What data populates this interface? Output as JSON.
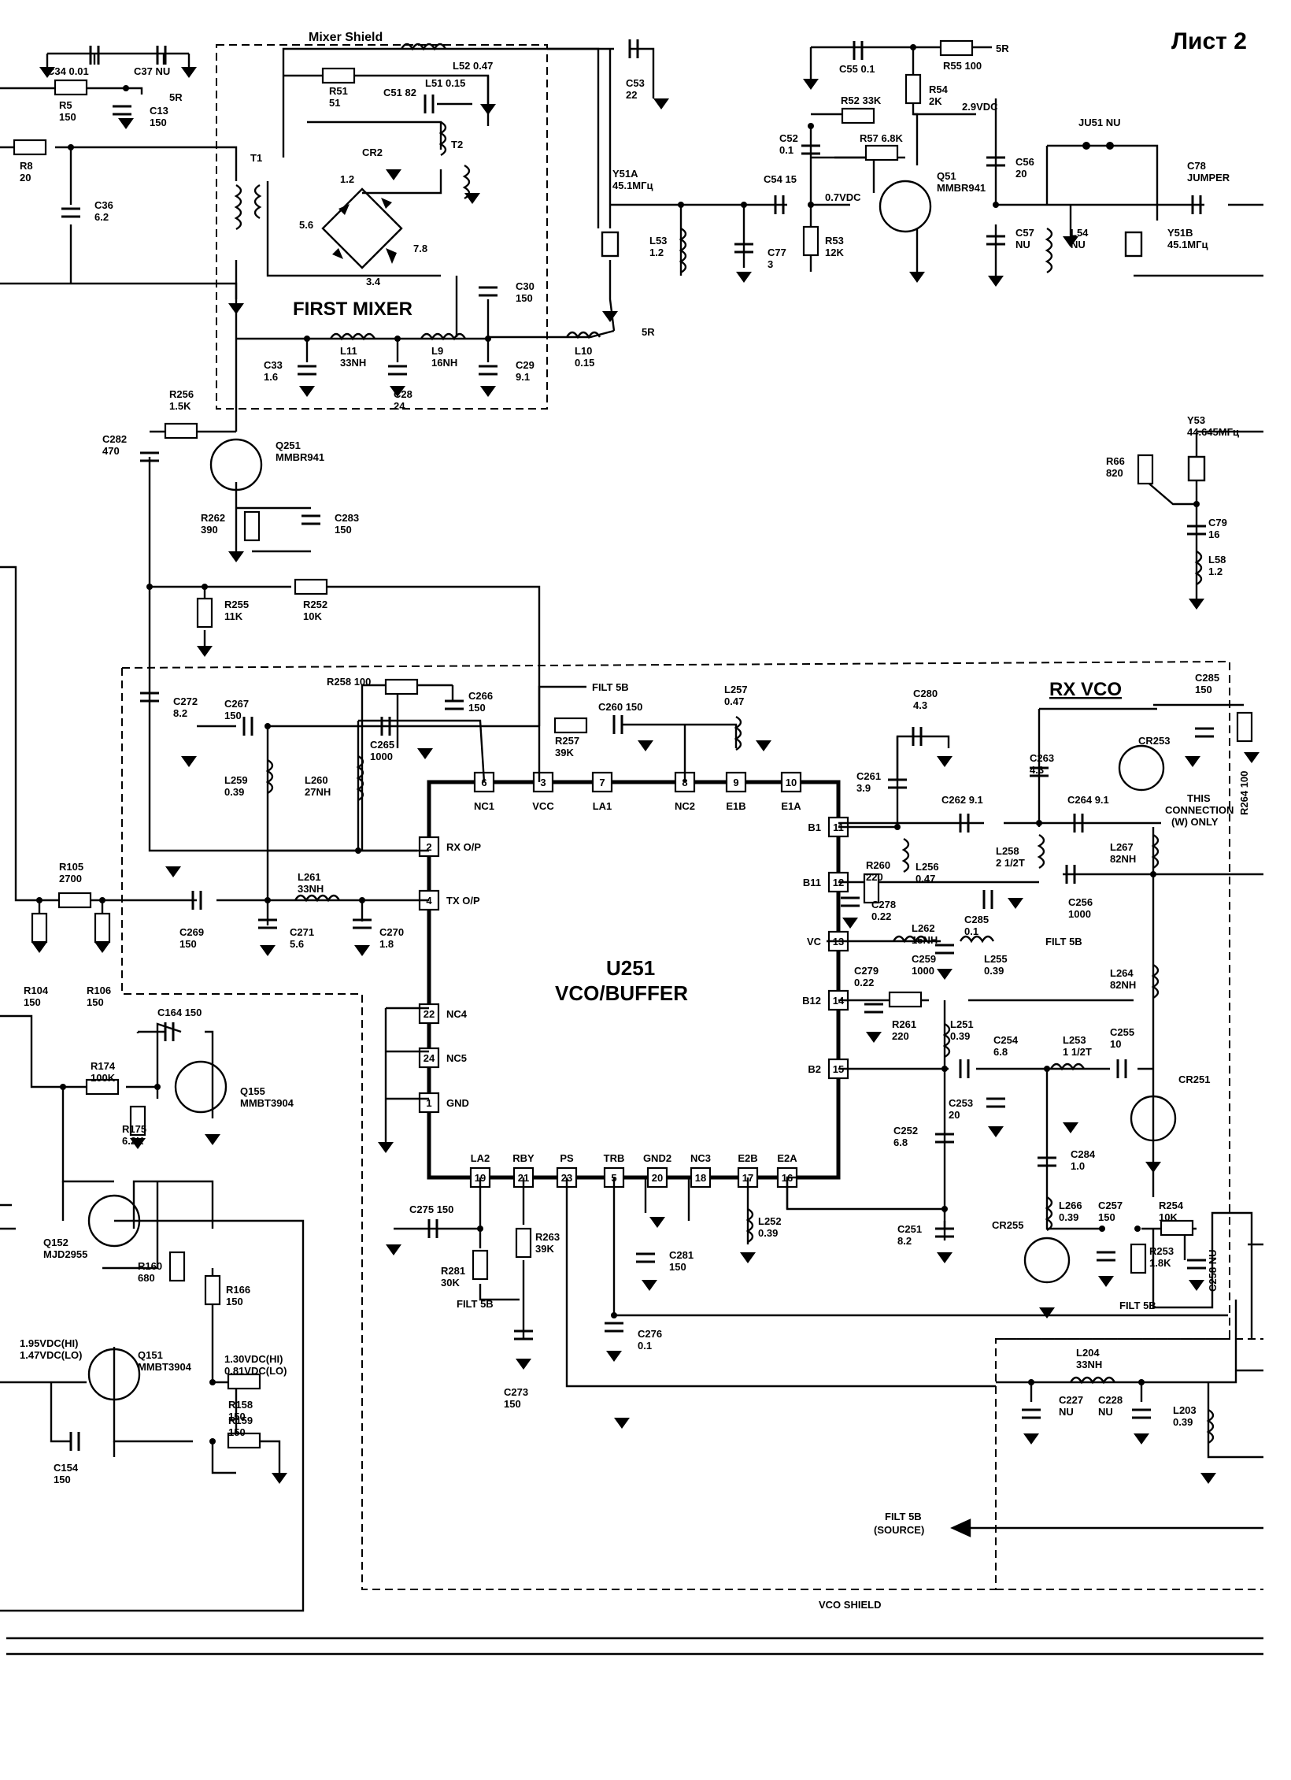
{
  "sheet_label": "Лист 2",
  "block_titles": {
    "mixer_shield": "Mixer Shield",
    "first_mixer": "FIRST MIXER",
    "rx_vco": "RX VCO",
    "vco_shield": "VCO SHIELD",
    "u251_ref": "U251",
    "u251_name": "VCO/BUFFER"
  },
  "rail_labels": {
    "r5_5r": "5R",
    "c55_5r": "5R",
    "l10_5r": "5R",
    "filt5b_top": "FILT 5B",
    "filt5b_l255": "FILT 5B",
    "filt5b_r281": "FILT 5B",
    "filt5b_r253": "FILT 5B",
    "filt5b_source_1": "FILT 5B",
    "filt5b_source_2": "(SOURCE)"
  },
  "voltages": {
    "q51_collector": "2.9VDC",
    "q51_base": "0.7VDC",
    "q151_base_hi": "1.95VDC(HI)",
    "q151_base_lo": "1.47VDC(LO)",
    "q151_emitter_hi": "1.30VDC(HI)",
    "q151_emitter_lo": "0.81VDC(LO)"
  },
  "note": {
    "l1": "THIS",
    "l2": "CONNECTION",
    "l3": "(W) ONLY"
  },
  "mixer_nodes": {
    "n12": "1.2",
    "n56": "5.6",
    "n78": "7.8",
    "n34": "3.4"
  },
  "u251_pins": [
    {
      "num": "6",
      "name": "NC1"
    },
    {
      "num": "3",
      "name": "VCC"
    },
    {
      "num": "7",
      "name": "LA1"
    },
    {
      "num": "8",
      "name": "NC2"
    },
    {
      "num": "9",
      "name": "E1B"
    },
    {
      "num": "10",
      "name": "E1A"
    },
    {
      "num": "2",
      "name": "RX O/P"
    },
    {
      "num": "4",
      "name": "TX O/P"
    },
    {
      "num": "22",
      "name": "NC4"
    },
    {
      "num": "24",
      "name": "NC5"
    },
    {
      "num": "1",
      "name": "GND"
    },
    {
      "num": "11",
      "name": "B1"
    },
    {
      "num": "12",
      "name": "B11"
    },
    {
      "num": "13",
      "name": "VC"
    },
    {
      "num": "14",
      "name": "B12"
    },
    {
      "num": "15",
      "name": "B2"
    },
    {
      "num": "19",
      "name": "LA2"
    },
    {
      "num": "21",
      "name": "RBY"
    },
    {
      "num": "23",
      "name": "PS"
    },
    {
      "num": "5",
      "name": "TRB"
    },
    {
      "num": "20",
      "name": "GND2"
    },
    {
      "num": "18",
      "name": "NC3"
    },
    {
      "num": "17",
      "name": "E2B"
    },
    {
      "num": "16",
      "name": "E2A"
    }
  ],
  "components": {
    "c34": [
      "C34 0.01"
    ],
    "c37": [
      "C37 NU"
    ],
    "r5": [
      "R5",
      "150"
    ],
    "c13": [
      "C13",
      "150"
    ],
    "r8": [
      "R8",
      "20"
    ],
    "c36": [
      "C36",
      "6.2"
    ],
    "t1": [
      "T1"
    ],
    "r51": [
      "R51",
      "51"
    ],
    "c51": [
      "C51 82"
    ],
    "l51": [
      "L51 0.15"
    ],
    "l52": [
      "L52 0.47"
    ],
    "cr2": [
      "CR2"
    ],
    "t2": [
      "T2"
    ],
    "c30": [
      "C30",
      "150"
    ],
    "c53": [
      "C53",
      "22"
    ],
    "y51a": [
      "Y51A",
      "45.1МГц"
    ],
    "c33": [
      "C33",
      "1.6"
    ],
    "l11": [
      "L11",
      "33NH"
    ],
    "l9": [
      "L9",
      "16NH"
    ],
    "c28": [
      "C28",
      "24"
    ],
    "c29": [
      "C29",
      "9.1"
    ],
    "l10": [
      "L10",
      "0.15"
    ],
    "c55": [
      "C55 0.1"
    ],
    "r55": [
      "R55 100"
    ],
    "r54": [
      "R54",
      "2K"
    ],
    "r52": [
      "R52 33K"
    ],
    "c52": [
      "C52",
      "0.1"
    ],
    "r57": [
      "R57 6.8K"
    ],
    "q51": [
      "Q51",
      "MMBR941"
    ],
    "c54": [
      "C54 15"
    ],
    "l53": [
      "L53",
      "1.2"
    ],
    "c77": [
      "C77",
      "3"
    ],
    "r53": [
      "R53",
      "12K"
    ],
    "c56": [
      "C56",
      "20"
    ],
    "c57": [
      "C57",
      "NU"
    ],
    "l54": [
      "L54",
      "NU"
    ],
    "ju51": [
      "JU51 NU"
    ],
    "c78": [
      "C78",
      "JUMPER"
    ],
    "y51b": [
      "Y51B",
      "45.1МГц"
    ],
    "y53": [
      "Y53",
      "44.645МГц"
    ],
    "r66": [
      "R66",
      "820"
    ],
    "c79": [
      "C79",
      "16"
    ],
    "l58": [
      "L58",
      "1.2"
    ],
    "r256": [
      "R256",
      "1.5K"
    ],
    "c282": [
      "C282",
      "470"
    ],
    "q251": [
      "Q251",
      "MMBR941"
    ],
    "r262": [
      "R262",
      "390"
    ],
    "c283": [
      "C283",
      "150"
    ],
    "r255": [
      "R255",
      "11K"
    ],
    "r252": [
      "R252",
      "10K"
    ],
    "c272": [
      "C272",
      "8.2"
    ],
    "c267": [
      "C267",
      "150"
    ],
    "r258": [
      "R258 100"
    ],
    "c266": [
      "C266",
      "150"
    ],
    "r257": [
      "R257",
      "39K"
    ],
    "c260": [
      "C260 150"
    ],
    "l257": [
      "L257",
      "0.47"
    ],
    "c280": [
      "C280",
      "4.3"
    ],
    "c285": [
      "C285",
      "150"
    ],
    "l259": [
      "L259",
      "0.39"
    ],
    "l260": [
      "L260",
      "27NH"
    ],
    "c265": [
      "C265",
      "1000"
    ],
    "c261": [
      "C261",
      "3.9"
    ],
    "c262": [
      "C262 9.1"
    ],
    "c264": [
      "C264 9.1"
    ],
    "c263": [
      "C263",
      "4.3"
    ],
    "cr253": [
      "CR253"
    ],
    "r264": [
      "R264 100"
    ],
    "r260": [
      "R260",
      "220"
    ],
    "l256": [
      "L256",
      "0.47"
    ],
    "l258": [
      "L258",
      "2 1/2T"
    ],
    "l267": [
      "L267",
      "82NH"
    ],
    "c278": [
      "C278",
      "0.22"
    ],
    "l262": [
      "L262",
      "15NH"
    ],
    "c285b": [
      "C285",
      "0.1"
    ],
    "c256": [
      "C256",
      "1000"
    ],
    "c259": [
      "C259",
      "1000"
    ],
    "l255": [
      "L255",
      "0.39"
    ],
    "c279": [
      "C279",
      "0.22"
    ],
    "l264": [
      "L264",
      "82NH"
    ],
    "r261": [
      "R261",
      "220"
    ],
    "l251": [
      "L251",
      "0.39"
    ],
    "c254": [
      "C254",
      "6.8"
    ],
    "l253": [
      "L253",
      "1 1/2T"
    ],
    "c255": [
      "C255",
      "10"
    ],
    "cr251": [
      "CR251"
    ],
    "c253": [
      "C253",
      "20"
    ],
    "c284": [
      "C284",
      "1.0"
    ],
    "c252": [
      "C252",
      "6.8"
    ],
    "c251": [
      "C251",
      "8.2"
    ],
    "l266": [
      "L266",
      "0.39"
    ],
    "c257": [
      "C257",
      "150"
    ],
    "r254": [
      "R254",
      "10K"
    ],
    "cr255": [
      "CR255"
    ],
    "r253": [
      "R253",
      "1.8K"
    ],
    "c258": [
      "C258 NU"
    ],
    "r105": [
      "R105",
      "2700"
    ],
    "c269": [
      "C269",
      "150"
    ],
    "l261": [
      "L261",
      "33NH"
    ],
    "c271": [
      "C271",
      "5.6"
    ],
    "c270": [
      "C270",
      "1.8"
    ],
    "r104": [
      "R104",
      "150"
    ],
    "r106": [
      "R106",
      "150"
    ],
    "c164": [
      "C164 150"
    ],
    "r174": [
      "R174",
      "100K"
    ],
    "r175": [
      "R175",
      "6.2K"
    ],
    "q155": [
      "Q155",
      "MMBT3904"
    ],
    "q152": [
      "Q152",
      "MJD2955"
    ],
    "r160": [
      "R160",
      "680"
    ],
    "r166": [
      "R166",
      "150"
    ],
    "q151": [
      "Q151",
      "MMBT3904"
    ],
    "c154": [
      "C154",
      "150"
    ],
    "r158": [
      "R158",
      "150"
    ],
    "r159": [
      "R159",
      "150"
    ],
    "c275": [
      "C275 150"
    ],
    "r281": [
      "R281",
      "30K"
    ],
    "r263": [
      "R263",
      "39K"
    ],
    "c281": [
      "C281",
      "150"
    ],
    "l252": [
      "L252",
      "0.39"
    ],
    "c276": [
      "C276",
      "0.1"
    ],
    "c273": [
      "C273",
      "150"
    ],
    "l204": [
      "L204",
      "33NH"
    ],
    "c227": [
      "C227",
      "NU"
    ],
    "c228": [
      "C228",
      "NU"
    ],
    "l203": [
      "L203",
      "0.39"
    ]
  }
}
